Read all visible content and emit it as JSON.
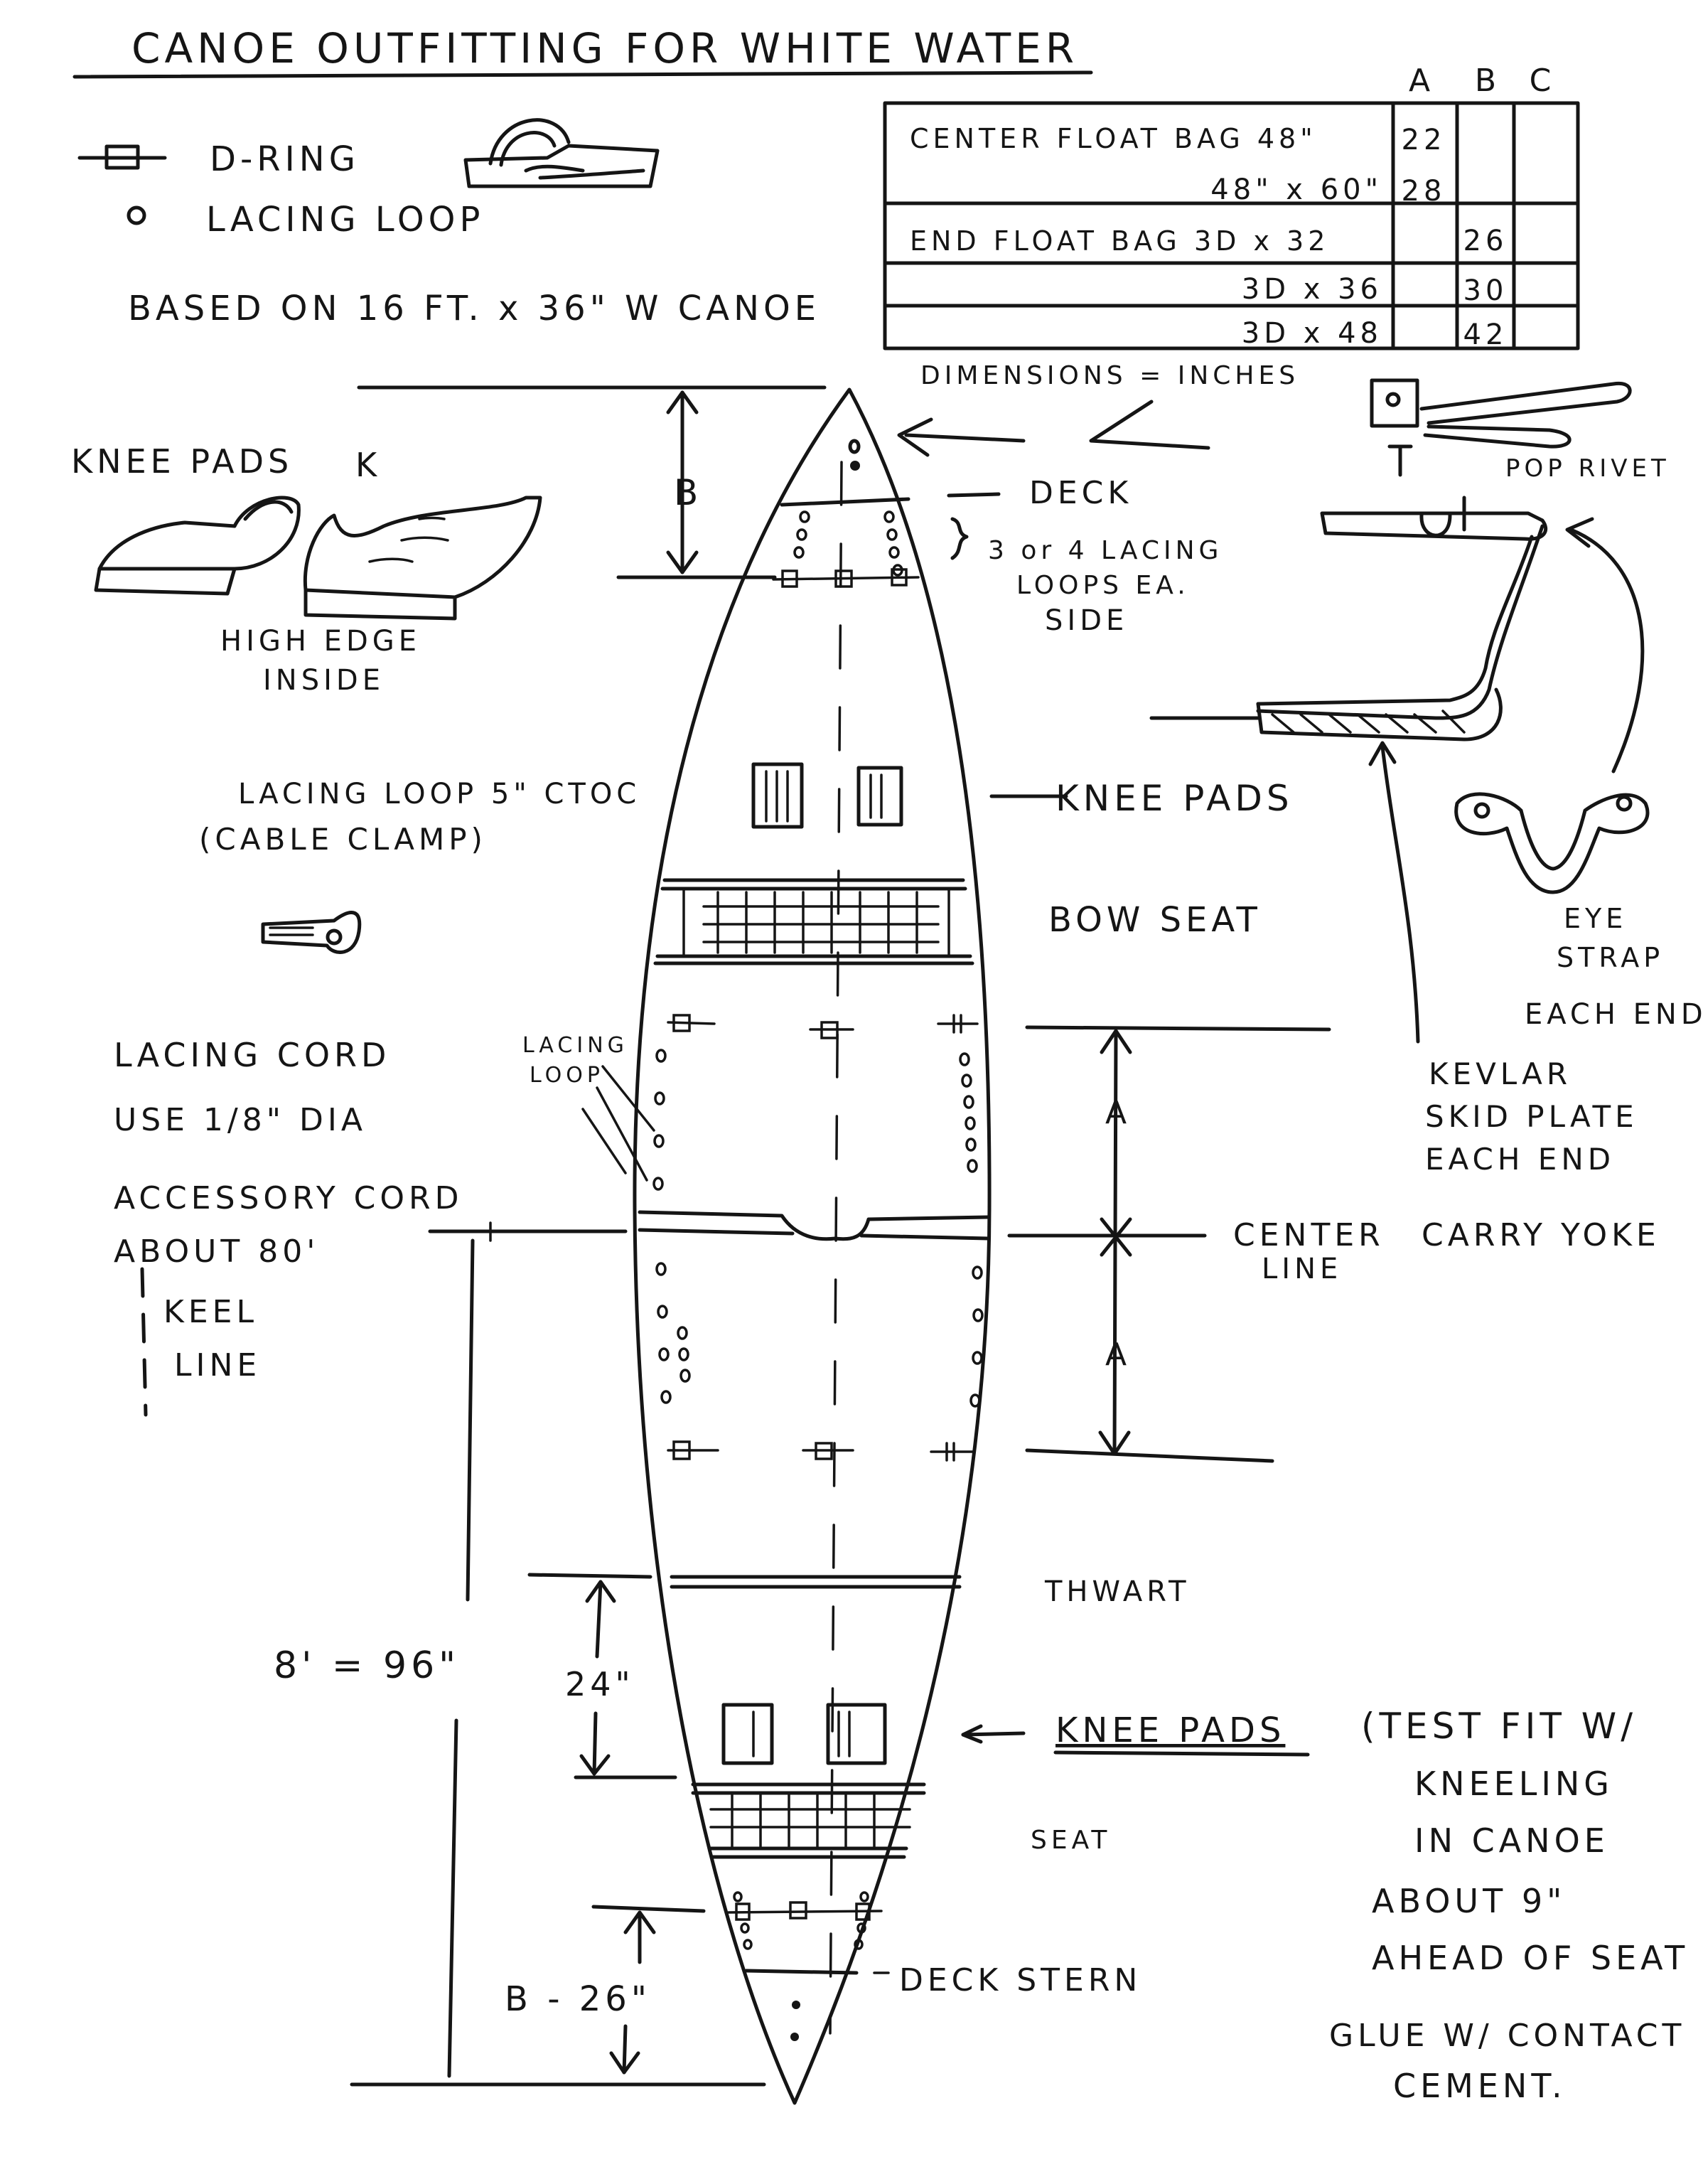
{
  "title": "CANOE OUTFITTING FOR WHITE WATER",
  "legend": {
    "d_ring": "D-RING",
    "lacing_loop": "LACING LOOP"
  },
  "based_on": "BASED ON 16 FT. x 36\" W CANOE",
  "float_bag_table": {
    "headers": [
      "A",
      "B",
      "C"
    ],
    "rows": [
      {
        "label": "CENTER FLOAT BAG 48\"",
        "a": "22",
        "b": "",
        "c": ""
      },
      {
        "label": "48\" x 60\"",
        "a": "28",
        "b": "",
        "c": ""
      },
      {
        "label": "END FLOAT BAG 3D x 32",
        "a": "",
        "b": "26",
        "c": ""
      },
      {
        "label": "3D x 36",
        "a": "",
        "b": "30",
        "c": ""
      },
      {
        "label": "3D x 48",
        "a": "",
        "b": "42",
        "c": ""
      }
    ],
    "units_note": "DIMENSIONS = INCHES"
  },
  "knee_pads_sketch": {
    "label": "KNEE PADS",
    "mark": "K",
    "caption_line1": "HIGH EDGE",
    "caption_line2": "INSIDE"
  },
  "lacing_loop_note": {
    "line1": "LACING LOOP 5\" CTOC",
    "line2": "(CABLE CLAMP)"
  },
  "lacing_cord_note": {
    "line1": "LACING CORD",
    "line2": "USE 1/8\" DIA",
    "line3": "ACCESSORY CORD",
    "line4": "ABOUT 80'"
  },
  "keel_line": {
    "line1": "KEEL",
    "line2": "LINE"
  },
  "canoe_labels": {
    "deck": "DECK",
    "lacing_loops_line1": "3 or 4 LACING",
    "lacing_loops_line2": "LOOPS EA.",
    "lacing_loops_line3": "SIDE",
    "knee_pads_bow": "KNEE PADS",
    "bow_seat": "BOW SEAT",
    "lacing_loop_small_line1": "LACING",
    "lacing_loop_small_line2": "LOOP",
    "center_line_1": "CENTER",
    "center_line_2": "LINE",
    "carry_yoke": "CARRY YOKE",
    "thwart": "THWART",
    "knee_pads_stern": "KNEE PADS",
    "test_fit_line1": "(TEST FIT W/",
    "test_fit_line2": "KNEELING",
    "test_fit_line3": "IN CANOE",
    "test_fit_line4": "ABOUT 9\"",
    "test_fit_line5": "AHEAD OF SEAT",
    "glue_line1": "GLUE W/ CONTACT",
    "glue_line2": "CEMENT.",
    "seat": "SEAT",
    "deck_stern": "DECK STERN"
  },
  "dimensions": {
    "b": "B",
    "a_upper": "A",
    "a_lower": "A",
    "eight_feet": "8' = 96\"",
    "twenty_four": "24\"",
    "b_minus_26": "B - 26\""
  },
  "right_detail": {
    "pop_rivet": "POP RIVET",
    "eye_strap_line1": "EYE",
    "eye_strap_line2": "STRAP",
    "eye_strap_line3": "EACH END",
    "kevlar_line1": "KEVLAR",
    "kevlar_line2": "SKID PLATE",
    "kevlar_line3": "EACH END"
  }
}
